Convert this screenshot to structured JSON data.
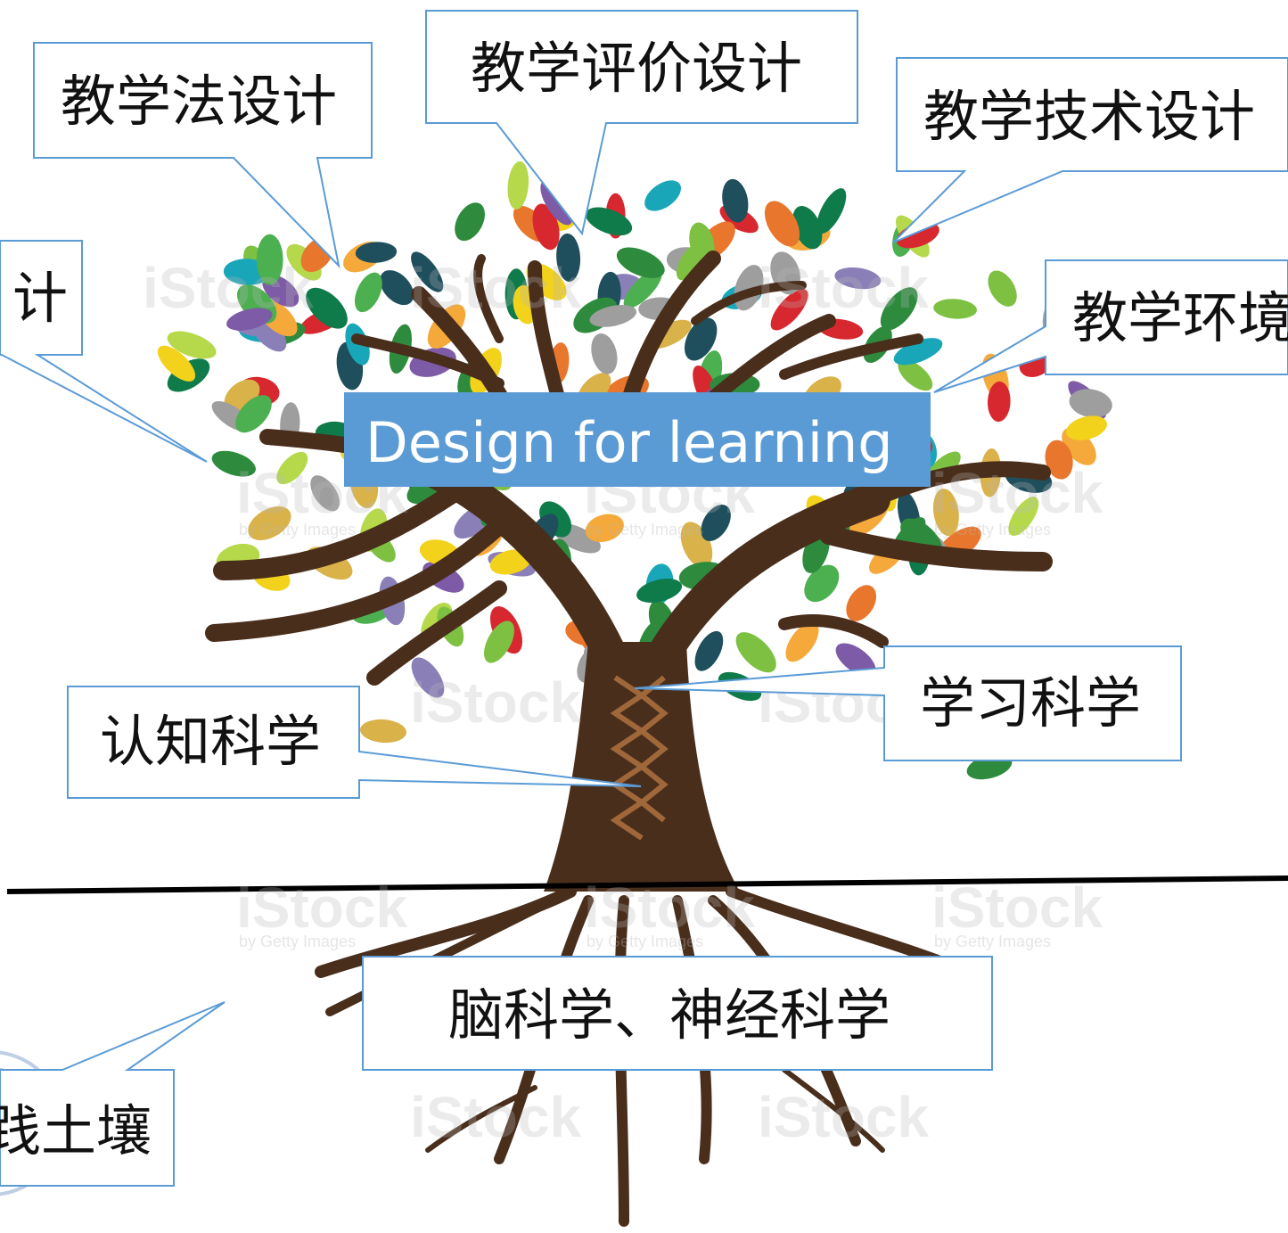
{
  "title": "Design for learning",
  "branches": {
    "pedagogy": "教学法设计",
    "assessment": "教学评价设计",
    "technology": "教学技术设计",
    "environment": "教学环境",
    "left_partial": "计"
  },
  "trunk": {
    "cognitive_science": "认知科学",
    "learning_science": "学习科学"
  },
  "roots": {
    "brain_neuro": "脑科学、神经科学"
  },
  "soil": {
    "label": "践土壤"
  },
  "watermark": {
    "brand": "iStock",
    "sub": "by Getty Images"
  },
  "colors": {
    "callout_border": "#5b9bd5",
    "title_fill": "#5b9bd5",
    "trunk": "#4a2e1c",
    "ground_line": "#000000"
  }
}
